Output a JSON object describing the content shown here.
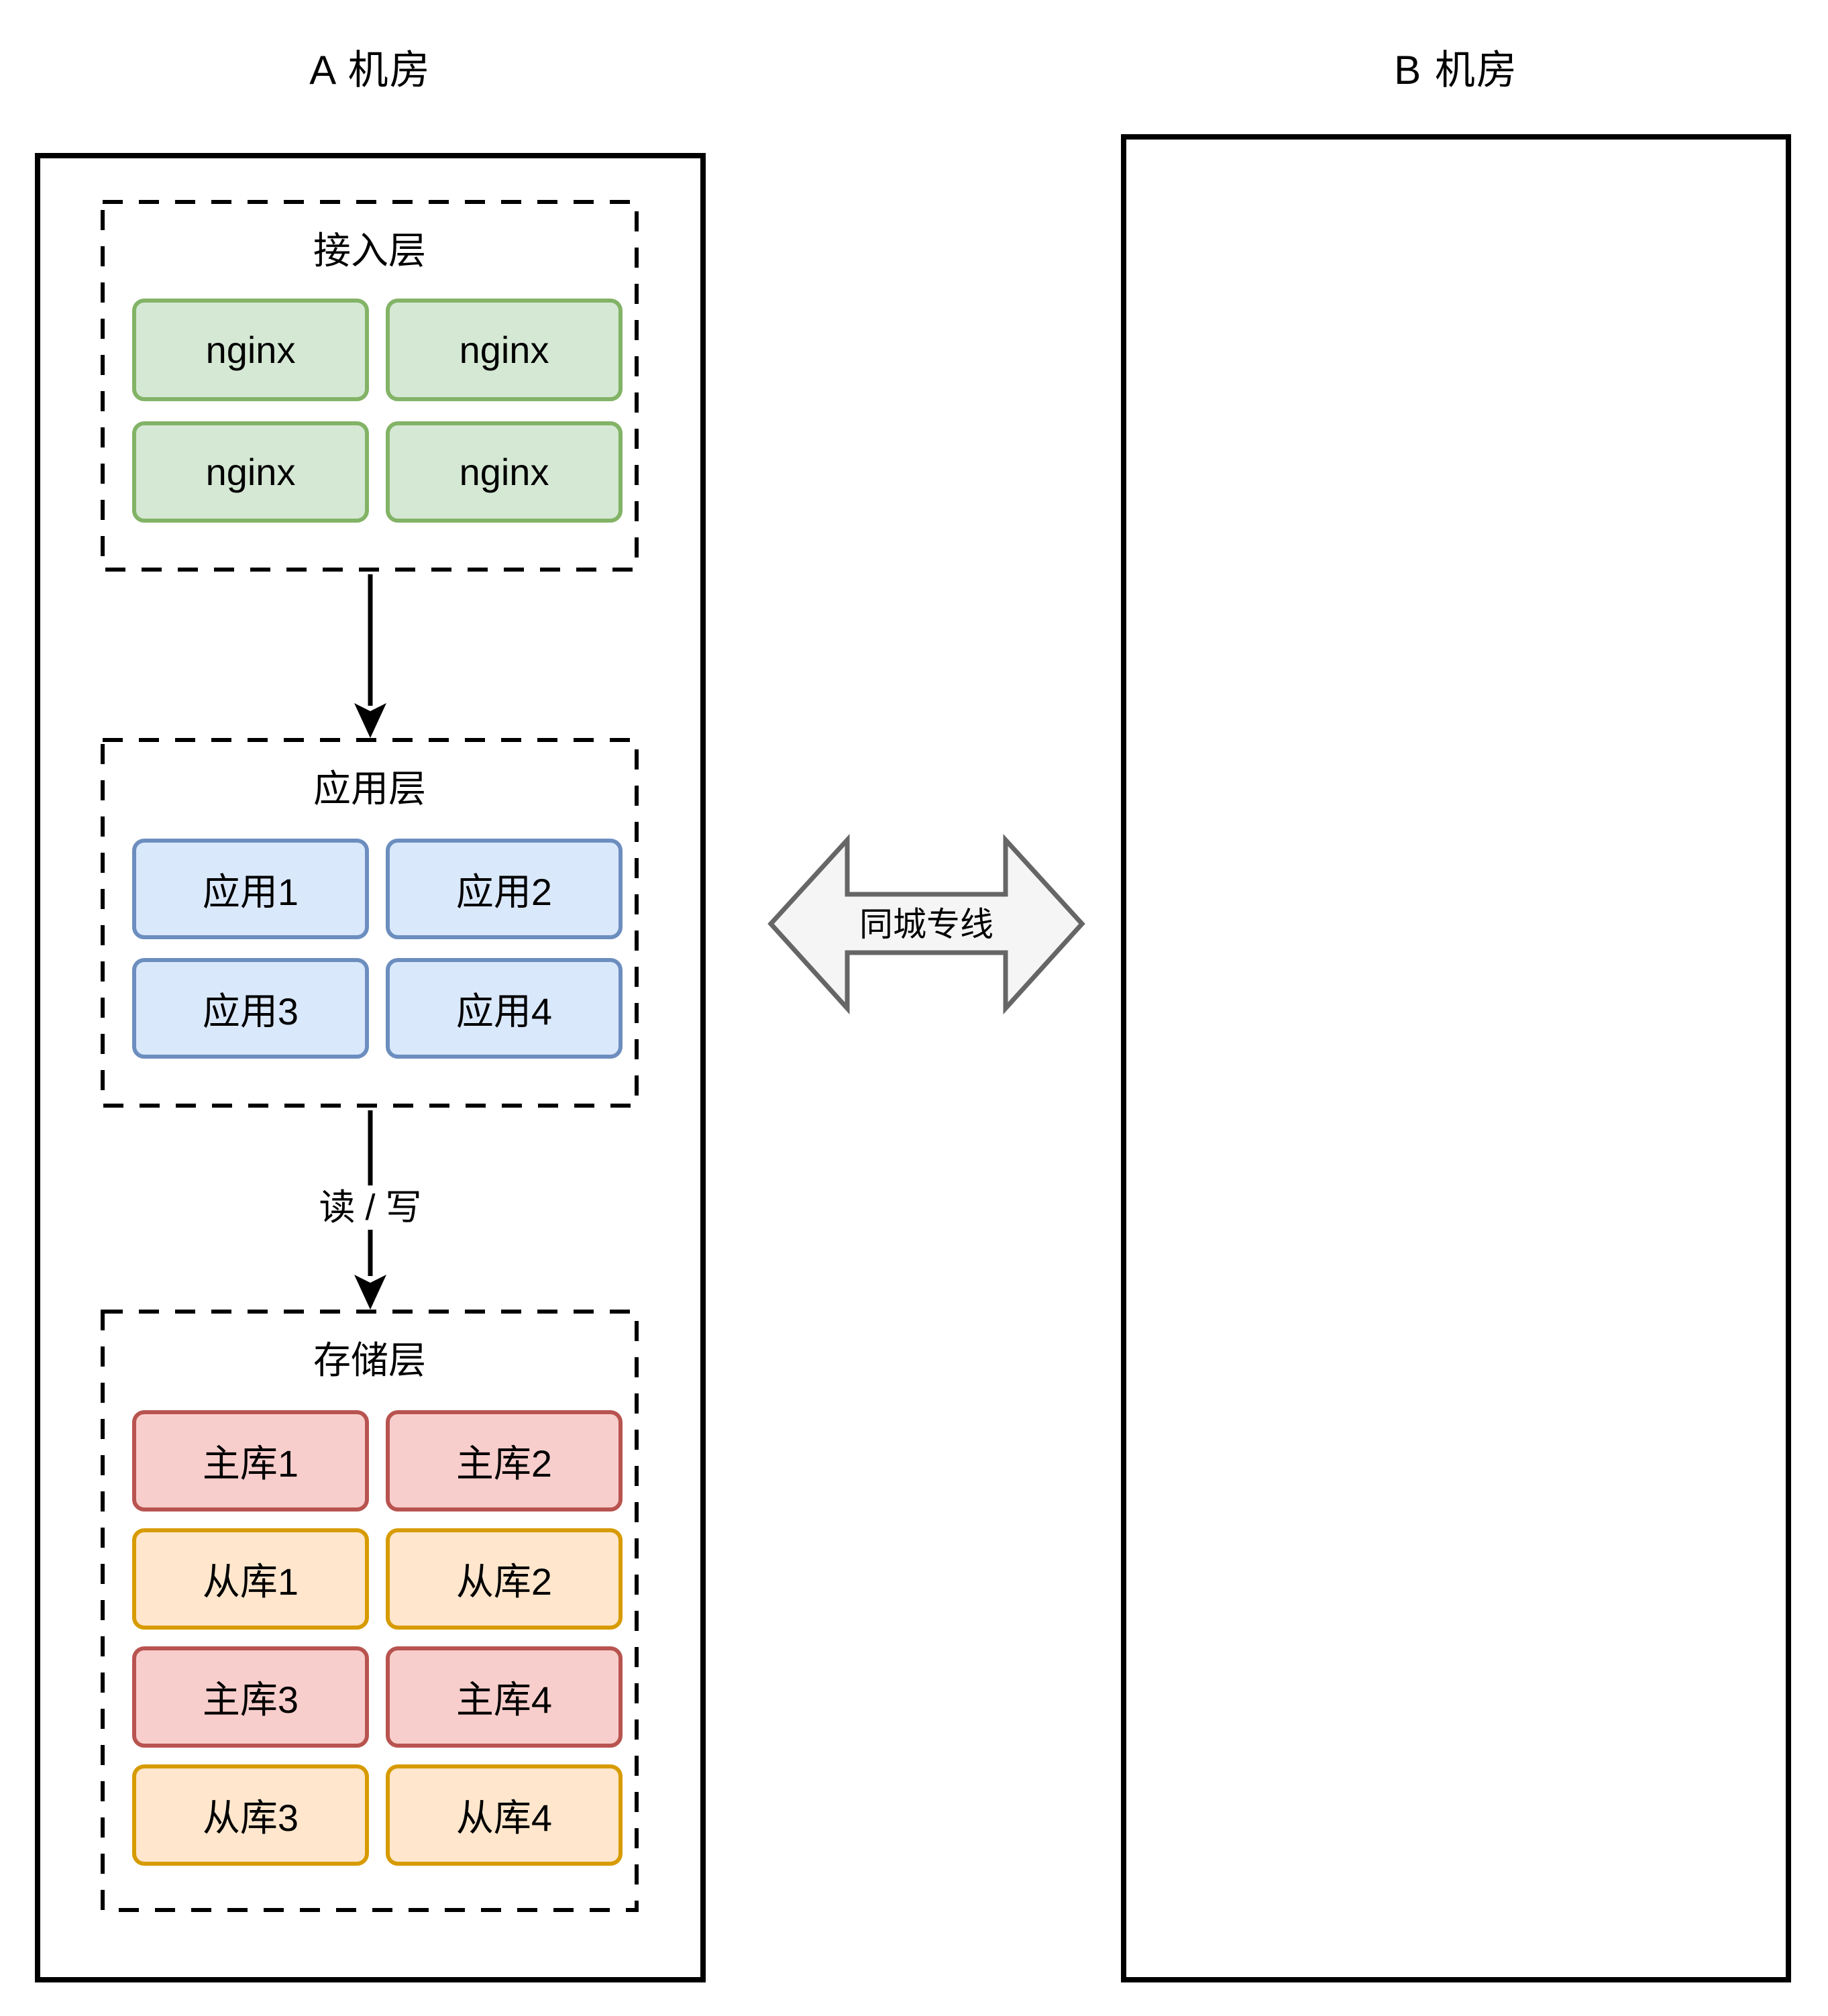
{
  "rooms": {
    "a": {
      "title": "A 机房",
      "layers": {
        "access": {
          "label": "接入层",
          "nodes": [
            {
              "label": "nginx"
            },
            {
              "label": "nginx"
            },
            {
              "label": "nginx"
            },
            {
              "label": "nginx"
            }
          ]
        },
        "app": {
          "label": "应用层",
          "nodes": [
            {
              "label": "应用1"
            },
            {
              "label": "应用2"
            },
            {
              "label": "应用3"
            },
            {
              "label": "应用4"
            }
          ]
        },
        "storage": {
          "label": "存储层",
          "nodes": [
            {
              "label": "主库1",
              "role": "master"
            },
            {
              "label": "主库2",
              "role": "master"
            },
            {
              "label": "从库1",
              "role": "slave"
            },
            {
              "label": "从库2",
              "role": "slave"
            },
            {
              "label": "主库3",
              "role": "master"
            },
            {
              "label": "主库4",
              "role": "master"
            },
            {
              "label": "从库3",
              "role": "slave"
            },
            {
              "label": "从库4",
              "role": "slave"
            }
          ]
        }
      }
    },
    "b": {
      "title": "B 机房"
    }
  },
  "connections": {
    "app_to_storage": {
      "label": "读 / 写"
    },
    "cross_room": {
      "label": "同城专线"
    }
  },
  "colors": {
    "nginx_fill": "#d5e8d4",
    "nginx_border": "#82b366",
    "app_fill": "#dae8fc",
    "app_border": "#6c8ebf",
    "master_fill": "#f8cecc",
    "master_border": "#b85450",
    "slave_fill": "#ffe6cc",
    "slave_border": "#d79b00",
    "link_arrow_fill": "#f5f5f5",
    "link_arrow_border": "#666666",
    "outline": "#000000"
  }
}
